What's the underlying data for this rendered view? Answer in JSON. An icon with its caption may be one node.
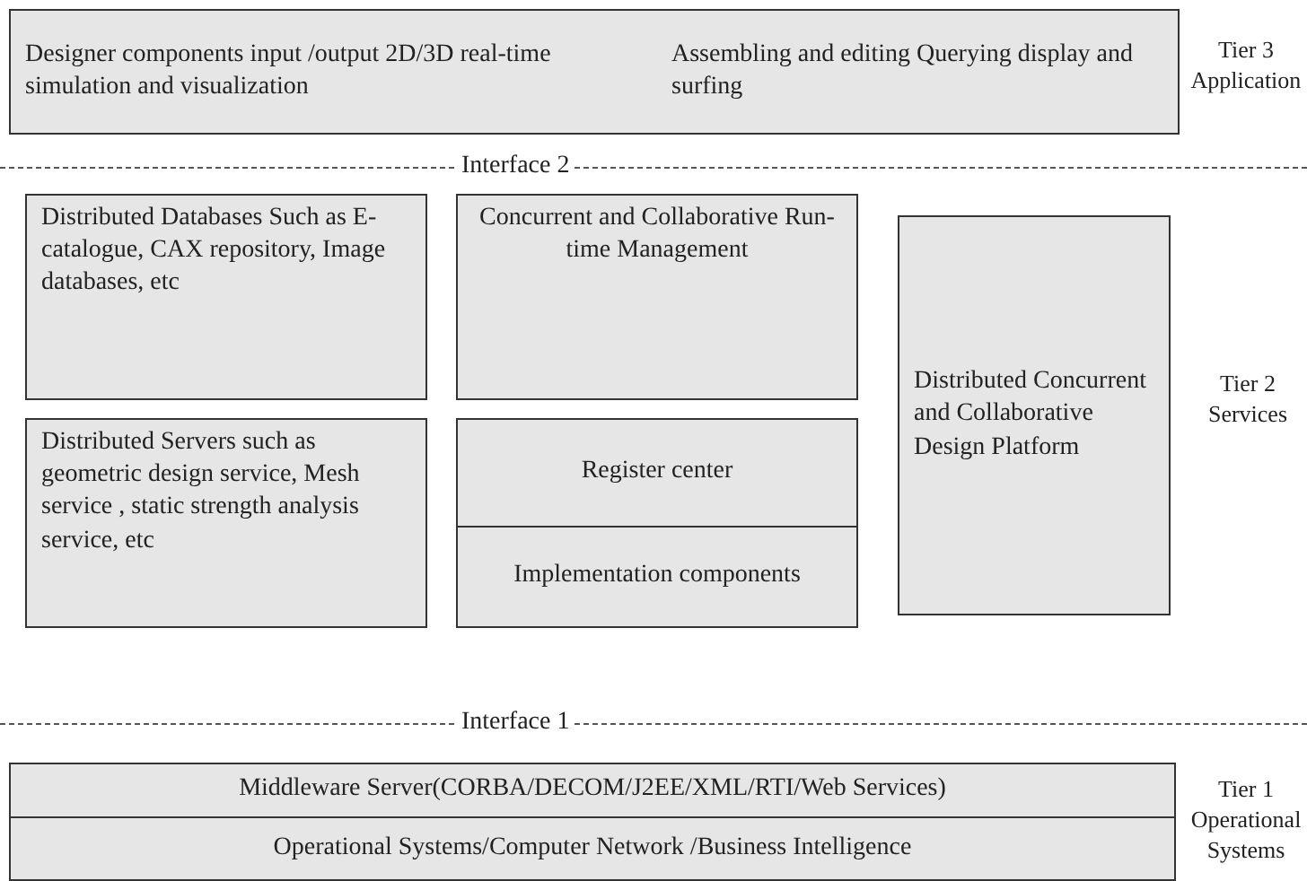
{
  "diagram": {
    "nodes": [
      {
        "text": [
          "Designer components input /output 2D/3D real-time simulation and visualization",
          "Assembling and editing Querying display and surfing"
        ]
      },
      {
        "text": [
          "Distributed Databases Such as E-catalogue, CAX repository, Image databases, etc"
        ]
      },
      {
        "text": [
          "Concurrent and Collaborative Run-time Management"
        ]
      },
      {
        "text": [
          "Distributed Concurrent and Collaborative Design Platform"
        ]
      },
      {
        "text": [
          "Distributed Servers such as geometric design service, Mesh service , static strength analysis service, etc"
        ]
      },
      {
        "text": [
          "Register center"
        ]
      },
      {
        "text": [
          "Implementation components"
        ]
      },
      {
        "text": [
          "Middleware Server(CORBA/DECOM/J2EE/XML/RTI/Web Services)"
        ]
      },
      {
        "text": [
          "Operational Systems/Computer Network /Business Intelligence"
        ]
      }
    ],
    "labels": [
      "Tier 3 Application",
      "Interface 2",
      "Tier 2 Services",
      "Interface 1",
      "Tier 1 Operational Systems"
    ]
  }
}
